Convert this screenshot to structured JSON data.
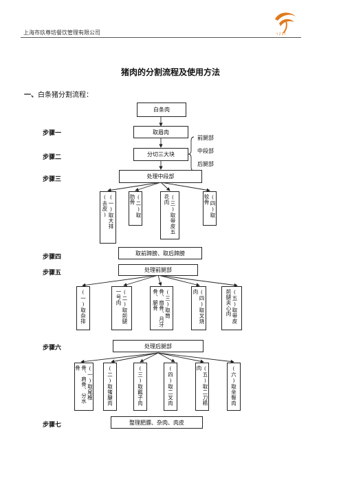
{
  "header": {
    "company": "上海市玖尊坊餐饮管理有限公司"
  },
  "title": "猪肉的分割流程及使用方法",
  "section": {
    "number": "一、",
    "label": "白条猪分割流程："
  },
  "steps": [
    "步骤一",
    "步骤二",
    "步骤三",
    "步骤四",
    "步骤五",
    "步骤六",
    "步骤七"
  ],
  "flow": {
    "root": "白条肉",
    "step1": "取眉肉",
    "step2": "分切三大块",
    "parts": [
      "前腿部",
      "中段部",
      "后腿部"
    ],
    "step3": {
      "label": "处理中段部",
      "items": [
        "(一)取大排(去皮)",
        "(二)取肋骨",
        "(三)取带皮五花肉",
        "(四)取软骨"
      ]
    },
    "step4": "取前蹄膀、取后蹄膀",
    "step5": {
      "label": "处理前腿部",
      "items": [
        "(一)取杂排",
        "(二)取前腿一号肉",
        "(三)取筒骨、扇骨、月牙骨、腿骨",
        "(四)取叉烧肉",
        "(五)取带皮前腿夹心肉"
      ]
    },
    "step6": {
      "label": "处理后腿部",
      "items": [
        "(一)取尾椎骨、肩骨、分水骨",
        "(二)取猪腱肉",
        "(三)取瓤子肉",
        "(四)取二叉肉",
        "(五)取二刀精肉",
        "(六)取坐臀肉"
      ]
    },
    "step7": "整理肥膘、杂肉、肉皮"
  }
}
